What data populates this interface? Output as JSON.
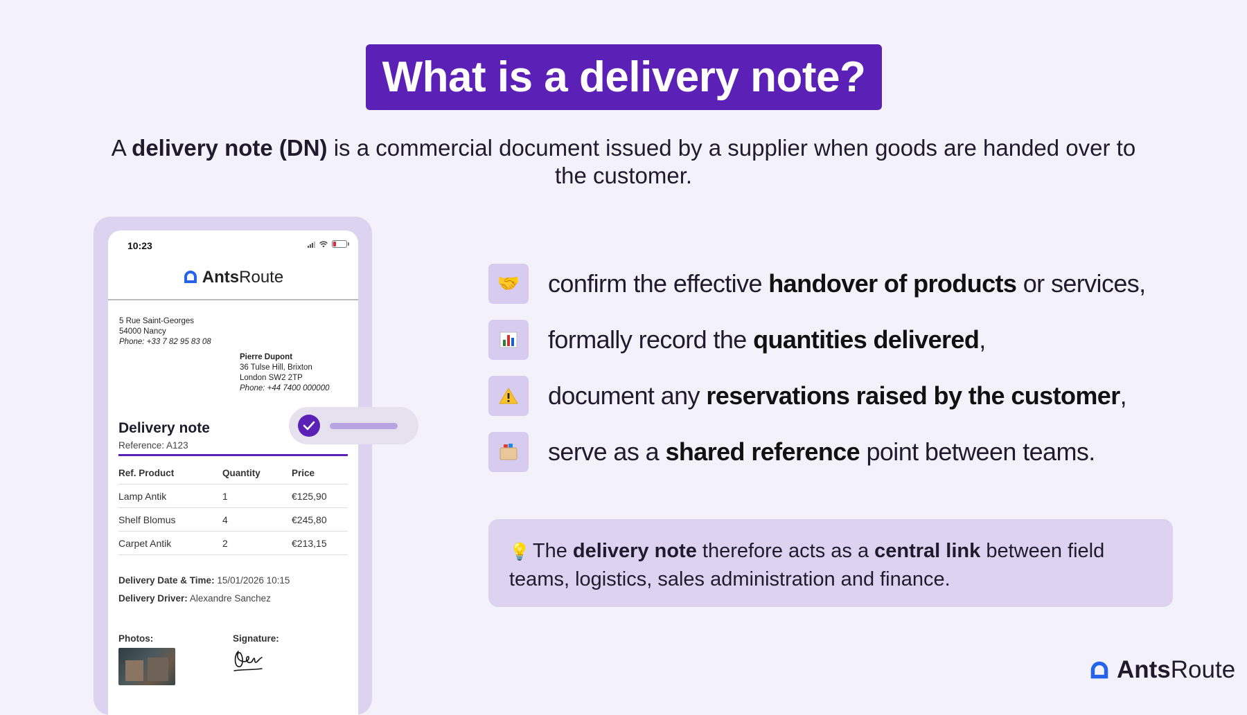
{
  "title": "What is a delivery note?",
  "intro": {
    "prefix": "A ",
    "bold": "delivery note (DN)",
    "suffix": " is a commercial document issued by a supplier when goods are handed over to the customer."
  },
  "phone": {
    "time": "10:23",
    "logo_bold": "Ants",
    "logo_rest": "Route",
    "from": {
      "street": "5 Rue Saint-Georges",
      "city": "54000 Nancy",
      "phone": "Phone: +33 7 82 95 83 08"
    },
    "to": {
      "name": "Pierre Dupont",
      "street": "36 Tulse Hill, Brixton",
      "city": "London SW2 2TP",
      "phone": "Phone: +44 7400 000000"
    },
    "doc_title": "Delivery note",
    "reference": "Reference: A123",
    "table": {
      "headers": [
        "Ref. Product",
        "Quantity",
        "Price"
      ],
      "rows": [
        [
          "Lamp Antik",
          "1",
          "€125,90"
        ],
        [
          "Shelf Blomus",
          "4",
          "€245,80"
        ],
        [
          "Carpet Antik",
          "2",
          "€213,15"
        ]
      ]
    },
    "delivery_datetime_label": "Delivery Date & Time:",
    "delivery_datetime_value": " 15/01/2026 10:15",
    "driver_label": "Delivery Driver:",
    "driver_value": " Alexandre Sanchez",
    "photos_label": "Photos:",
    "signature_label": "Signature:"
  },
  "points": [
    {
      "icon": "handshake-icon",
      "pre": "confirm the effective ",
      "bold": "handover of products",
      "post": " or services,"
    },
    {
      "icon": "bar-chart-icon",
      "pre": "formally record the ",
      "bold": "quantities delivered",
      "post": ","
    },
    {
      "icon": "warning-icon",
      "pre": "document any ",
      "bold": "reservations raised by the customer",
      "post": ","
    },
    {
      "icon": "folder-icon",
      "pre": "serve as a ",
      "bold": "shared reference",
      "post": " point between teams."
    }
  ],
  "callout": {
    "icon": "lightbulb-icon",
    "pre": "The ",
    "bold1": "delivery note",
    "mid": " therefore acts as a ",
    "bold2": "central link",
    "post": " between field teams, logistics, sales administration and finance."
  },
  "brand": {
    "bold": "Ants",
    "rest": "Route"
  },
  "colors": {
    "accent": "#5b21b6",
    "background": "#f3f1f9",
    "callout_bg": "#ddd3f1",
    "icon_bg": "#d7ccef"
  }
}
